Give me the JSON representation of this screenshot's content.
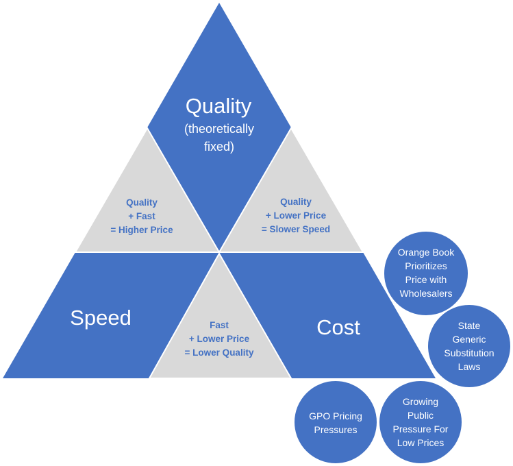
{
  "colors": {
    "blue": "#4472C4",
    "gray": "#D9D9D9",
    "border": "#ffffff"
  },
  "corners": {
    "quality": {
      "title": "Quality",
      "subtitle_line1": "(theoretically",
      "subtitle_line2": "fixed)"
    },
    "speed": {
      "title": "Speed"
    },
    "cost": {
      "title": "Cost"
    }
  },
  "tradeoffs": {
    "left": {
      "line1": "Quality",
      "line2": "+ Fast",
      "line3": "= Higher Price"
    },
    "right": {
      "line1": "Quality",
      "line2": "+ Lower Price",
      "line3": "= Slower Speed"
    },
    "bottom": {
      "line1": "Fast",
      "line2": "+ Lower Price",
      "line3": "= Lower Quality"
    }
  },
  "pressures": {
    "orange_book": {
      "line1": "Orange Book",
      "line2": "Prioritizes",
      "line3": "Price with",
      "line4": "Wholesalers"
    },
    "state_laws": {
      "line1": "State",
      "line2": "Generic",
      "line3": "Substitution",
      "line4": "Laws"
    },
    "gpo": {
      "line1": "GPO Pricing",
      "line2": "Pressures"
    },
    "public": {
      "line1": "Growing",
      "line2": "Public",
      "line3": "Pressure For",
      "line4": "Low Prices"
    }
  }
}
